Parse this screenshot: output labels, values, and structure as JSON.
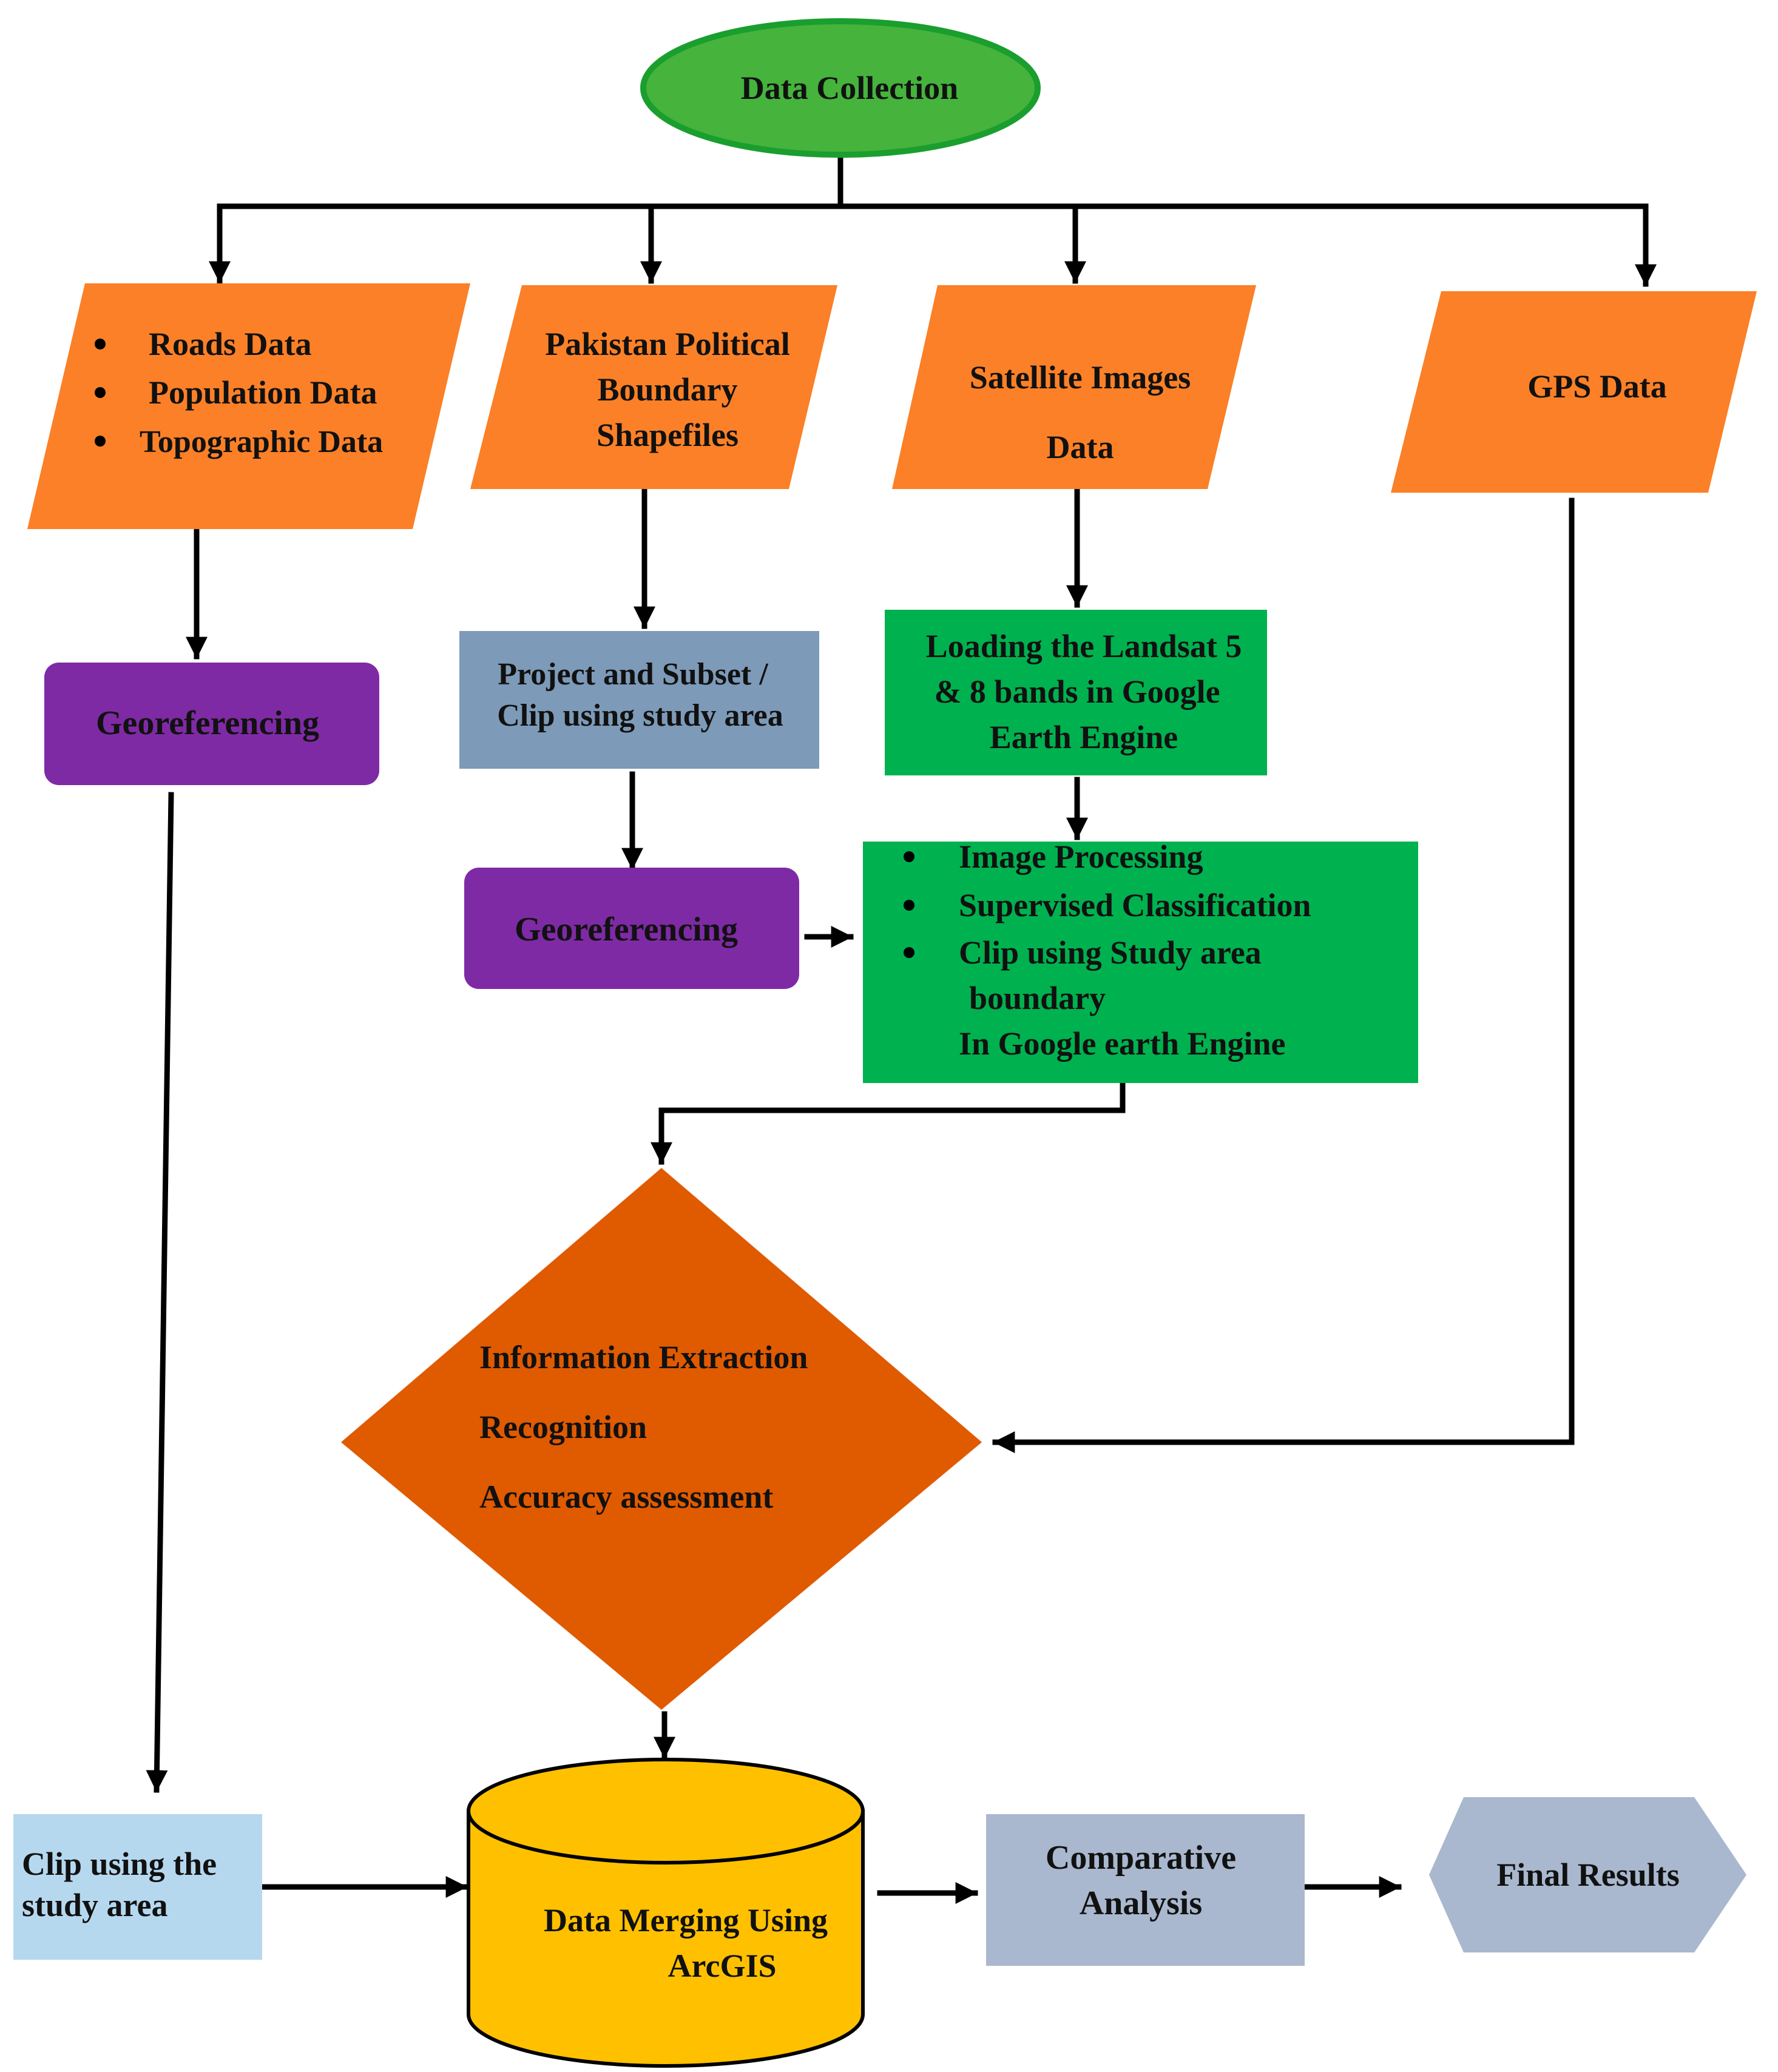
{
  "colors": {
    "oval_fill": "#45B33C",
    "oval_stroke": "#1A9E2E",
    "orange": "#FB8027",
    "purple": "#7F2AA5",
    "steel_blue": "#7D9AB8",
    "green": "#00B14F",
    "diamond": "#E05A00",
    "light_blue": "#B6D8EF",
    "cylinder": "#FFC000",
    "gray_blue": "#A9B8CE",
    "arrow": "#000000"
  },
  "nodes": {
    "data_collection": {
      "label": "Data Collection"
    },
    "source_roads": {
      "items": [
        "Roads Data",
        "Population Data",
        "Topographic Data"
      ]
    },
    "source_pakistan": {
      "lines": [
        "Pakistan Political",
        "Boundary",
        "Shapefiles"
      ]
    },
    "source_satellite": {
      "lines": [
        "Satellite Images",
        "Data"
      ]
    },
    "source_gps": {
      "label": "GPS Data"
    },
    "georef_left": {
      "label": "Georeferencing"
    },
    "project_subset": {
      "lines": [
        "Project and Subset /",
        "Clip using study area"
      ]
    },
    "georef_mid": {
      "label": "Georeferencing"
    },
    "landsat": {
      "lines": [
        "Loading the Landsat 5",
        "& 8 bands in Google",
        "Earth Engine"
      ]
    },
    "processing": {
      "items": [
        "Image Processing",
        "Supervised Classification",
        "Clip using Study area"
      ],
      "cont": [
        "boundary",
        "In Google earth Engine"
      ]
    },
    "extraction": {
      "lines": [
        "Information Extraction",
        "Recognition",
        "Accuracy assessment"
      ]
    },
    "clip_study": {
      "lines": [
        "Clip using the",
        "study area"
      ]
    },
    "merging": {
      "lines": [
        "Data Merging Using",
        "ArcGIS"
      ]
    },
    "comparative": {
      "lines": [
        "Comparative",
        "Analysis"
      ]
    },
    "final": {
      "label": "Final Results"
    }
  }
}
